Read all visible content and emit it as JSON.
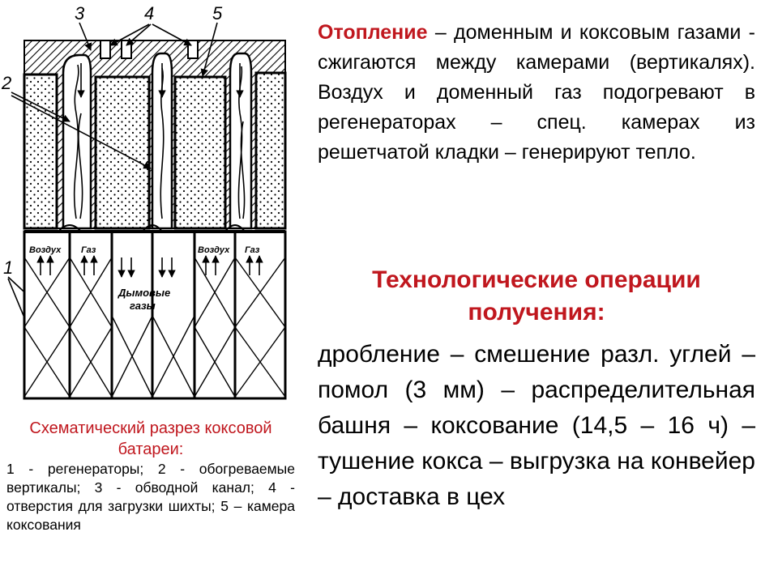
{
  "diagram_labels": {
    "callout_3": "3",
    "callout_4": "4",
    "callout_5": "5",
    "callout_2": "2",
    "callout_1": "1",
    "air_left": "Воздух",
    "gas_left": "Газ",
    "air_right": "Воздух",
    "gas_right": "Газ",
    "flue_gases_line1": "Дымовые",
    "flue_gases_line2": "газы"
  },
  "caption": {
    "title": "Схематический разрез коксовой батареи:",
    "legend": "1 - регенераторы; 2 - обогреваемые вертикалы; 3 - обводной канал; 4 - отверстия для загрузки шихты; 5 – камера коксования"
  },
  "heating": {
    "label": "Отопление",
    "text": " – доменным и коксовым газами - сжигаются между камерами (вертикалях). Воздух и доменный газ подогревают в регенераторах – спец. камерах из решетчатой кладки – генерируют тепло."
  },
  "operations": {
    "title": "Технологические операции получения:",
    "text": "дробление – смешение разл. углей – помол (3 мм) – распределительная башня – коксование (14,5 – 16 ч) – тушение кокса – выгрузка на конвейер – доставка в цех"
  },
  "colors": {
    "accent_red": "#c0171e",
    "text": "#000000",
    "background": "#ffffff"
  }
}
